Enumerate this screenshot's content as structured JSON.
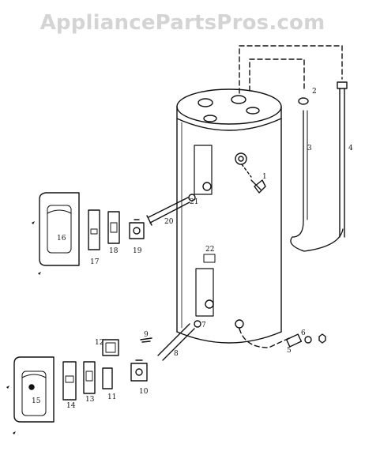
{
  "watermark": {
    "text": "AppliancePartsPros.com"
  },
  "parts": [
    {
      "id": "part-1",
      "label": "1"
    },
    {
      "id": "part-2",
      "label": "2"
    },
    {
      "id": "part-3",
      "label": "3"
    },
    {
      "id": "part-4",
      "label": "4"
    },
    {
      "id": "part-5",
      "label": "5"
    },
    {
      "id": "part-6",
      "label": "6"
    },
    {
      "id": "part-7",
      "label": "7"
    },
    {
      "id": "part-8",
      "label": "8"
    },
    {
      "id": "part-9",
      "label": "9"
    },
    {
      "id": "part-10",
      "label": "10"
    },
    {
      "id": "part-11",
      "label": "11"
    },
    {
      "id": "part-12",
      "label": "12"
    },
    {
      "id": "part-13",
      "label": "13"
    },
    {
      "id": "part-14",
      "label": "14"
    },
    {
      "id": "part-15",
      "label": "15"
    },
    {
      "id": "part-16",
      "label": "16"
    },
    {
      "id": "part-17",
      "label": "17"
    },
    {
      "id": "part-18",
      "label": "18"
    },
    {
      "id": "part-19",
      "label": "19"
    },
    {
      "id": "part-20",
      "label": "20"
    },
    {
      "id": "part-21",
      "label": "21"
    },
    {
      "id": "part-22",
      "label": "22"
    }
  ]
}
